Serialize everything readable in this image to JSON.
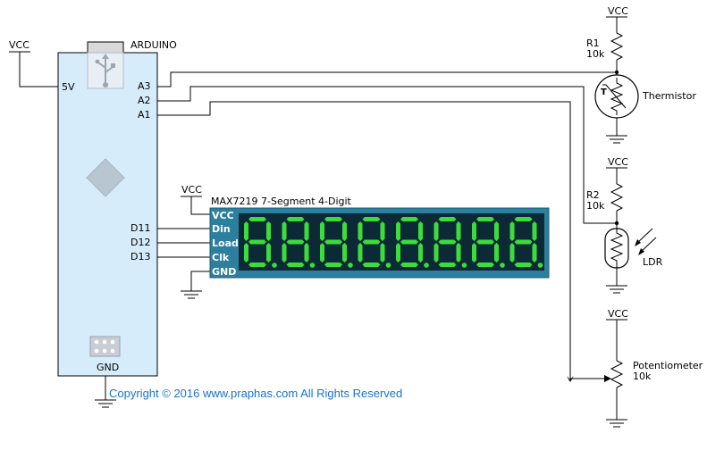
{
  "labels": {
    "vcc_arduino": "VCC",
    "arduino": "ARDUINO",
    "pin_5v": "5V",
    "pin_a3": "A3",
    "pin_a2": "A2",
    "pin_a1": "A1",
    "pin_d11": "D11",
    "pin_d12": "D12",
    "pin_d13": "D13",
    "gnd_arduino": "GND",
    "vcc_display": "VCC",
    "display_title": "MAX7219  7-Segment  4-Digit",
    "disp_vcc": "VCC",
    "disp_din": "Din",
    "disp_load": "Load",
    "disp_clk": "Clk",
    "disp_gnd": "GND",
    "vcc_r1": "VCC",
    "r1": "R1",
    "r1_value": "10k",
    "thermistor": "Thermistor",
    "thermistor_symbol": "T",
    "vcc_r2": "VCC",
    "r2": "R2",
    "r2_value": "10k",
    "ldr": "LDR",
    "vcc_pot": "VCC",
    "potentiometer": "Potentiometer",
    "pot_value": "10k",
    "copyright": "Copyright © 2016 www.praphas.com  All Rights Reserved"
  },
  "colors": {
    "arduino_fill": "#d6ecfb",
    "display_frame": "#2d7f9e",
    "display_screen": "#0b2a36",
    "segment_on": "#3ddc3d",
    "copyright": "#1a73c9"
  },
  "display": {
    "digits": 8,
    "digit_glyph": "8",
    "decimal_points": true
  },
  "icons": [
    "usb-icon",
    "diamond-logo-icon",
    "icsp-header-icon",
    "ground-icon",
    "thermistor-icon",
    "ldr-icon",
    "resistor-icon",
    "potentiometer-icon",
    "light-arrows-icon"
  ]
}
